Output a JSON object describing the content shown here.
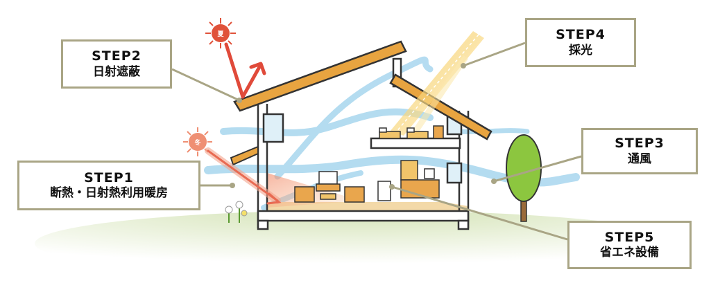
{
  "labels": {
    "step2": {
      "step": "STEP2",
      "desc": "日射遮蔽"
    },
    "step4": {
      "step": "STEP4",
      "desc": "採光"
    },
    "step3": {
      "step": "STEP3",
      "desc": "通風"
    },
    "step1": {
      "step": "STEP1",
      "desc": "断熱・日射熱利用暖房"
    },
    "step5": {
      "step": "STEP5",
      "desc": "省エネ設備"
    }
  },
  "suns": {
    "summer": "夏",
    "winter": "冬"
  },
  "colors": {
    "label_border": "#a9a585",
    "roof": "#e8a440",
    "wall_outline": "#333333",
    "wind": "#9fd0ea",
    "sun_summer": "#e0523a",
    "sun_winter": "#ef8f73",
    "arrow_red": "#e04a3a",
    "daylight": "#f6d37a",
    "tree": "#8cc63f",
    "ground": "#dfe9c8",
    "floor": "#f3d9a8"
  }
}
